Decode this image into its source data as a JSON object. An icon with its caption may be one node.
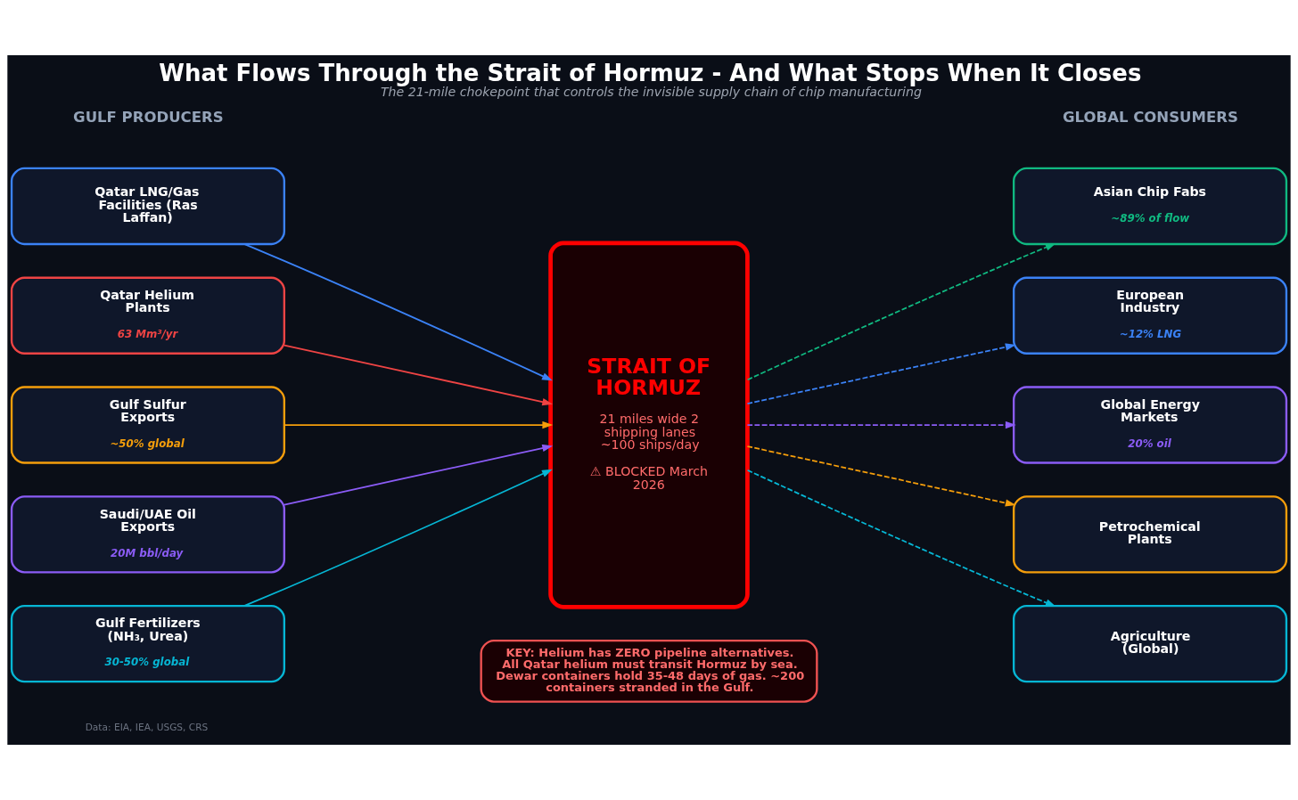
{
  "diagram": {
    "title": "What Flows Through the Strait of Hormuz - And What Stops When It Closes",
    "caption": "The 21-mile chokepoint that controls the invisible supply chain of chip manufacturing",
    "nodes": [
      {
        "text": [
          "Qatar LNG/Gas Facilities (Ras Laffan)"
        ]
      },
      {
        "text": [
          "Qatar Helium Plants",
          "63 Mm³/yr"
        ]
      },
      {
        "text": [
          "Gulf Sulfur Exports",
          "~50% global"
        ]
      },
      {
        "text": [
          "Saudi/UAE Oil Exports",
          "20M bbl/day"
        ]
      },
      {
        "text": [
          "Gulf Fertilizers (NH₃, Urea)",
          "30-50% global"
        ]
      },
      {
        "text": [
          "STRAIT OF HORMUZ",
          "21 miles wide 2 shipping lanes ~100 ships/day",
          "⚠ BLOCKED March 2026"
        ]
      },
      {
        "text": [
          "Asian Chip Fabs",
          "~89% of flow"
        ]
      },
      {
        "text": [
          "European Industry",
          "~12% LNG"
        ]
      },
      {
        "text": [
          "Global Energy Markets",
          "20% oil"
        ]
      },
      {
        "text": [
          "Petrochemical Plants"
        ]
      },
      {
        "text": [
          "Agriculture (Global)"
        ]
      },
      {
        "text": [
          "KEY: Helium has ZERO pipeline alternatives. All Qatar helium must transit Hormuz by sea. Dewar containers hold 35-48 days of gas. ~200 containers stranded in the Gulf."
        ]
      }
    ],
    "edges": [
      {
        "from": 0,
        "to": 5,
        "arrow": "to",
        "color": "#3b82f6"
      },
      {
        "from": 1,
        "to": 5,
        "arrow": "to",
        "color": "#ef4444"
      },
      {
        "from": 2,
        "to": 5,
        "arrow": "to",
        "color": "#f59e0b"
      },
      {
        "from": 3,
        "to": 5,
        "arrow": "to",
        "color": "#8b5cf6"
      },
      {
        "from": 4,
        "to": 5,
        "arrow": "to",
        "color": "#06b6d4"
      },
      {
        "from": 5,
        "to": 6,
        "arrow": "to",
        "style": "dashed",
        "color": "#10b981"
      },
      {
        "from": 5,
        "to": 7,
        "arrow": "to",
        "style": "dashed",
        "color": "#3b82f6"
      },
      {
        "from": 5,
        "to": 8,
        "arrow": "to",
        "style": "dashed",
        "color": "#8b5cf6"
      },
      {
        "from": 5,
        "to": 9,
        "arrow": "to",
        "style": "dashed",
        "color": "#f59e0b"
      },
      {
        "from": 5,
        "to": 10,
        "arrow": "to",
        "style": "dashed",
        "color": "#06b6d4"
      }
    ],
    "labels": [
      "GULF PRODUCERS",
      "GLOBAL CONSUMERS",
      "Data: EIA, IEA, USGS, CRS"
    ]
  }
}
